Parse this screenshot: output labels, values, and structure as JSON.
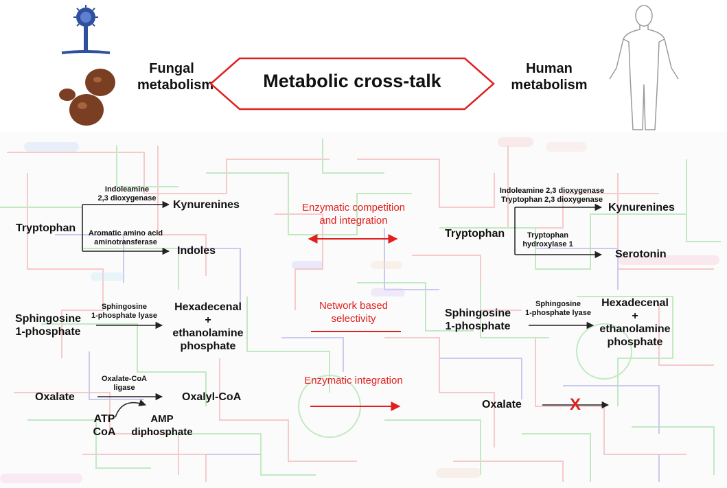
{
  "header": {
    "banner": "Metabolic cross-talk",
    "fungal": [
      "Fungal",
      "metabolism"
    ],
    "human": [
      "Human",
      "metabolism"
    ]
  },
  "fungal_pathways": {
    "tryptophan": {
      "substrate": "Tryptophan",
      "enzyme_1": [
        "Indoleamine",
        "2,3 dioxygenase"
      ],
      "product_1": "Kynurenines",
      "enzyme_2": [
        "Aromatic amino acid",
        "aminotransferase"
      ],
      "product_2": "Indoles"
    },
    "sphingosine": {
      "substrate": [
        "Sphingosine",
        "1-phosphate"
      ],
      "enzyme": [
        "Sphingosine",
        "1-phosphate lyase"
      ],
      "product": [
        "Hexadecenal",
        "+",
        "ethanolamine",
        "phosphate"
      ]
    },
    "oxalate": {
      "substrate": "Oxalate",
      "enzyme": [
        "Oxalate-CoA",
        "ligase"
      ],
      "product": "Oxalyl-CoA",
      "cofactors": [
        "ATP",
        "CoA"
      ],
      "byproducts": [
        "AMP",
        "diphosphate"
      ]
    }
  },
  "interactions": {
    "competition": [
      "Enzymatic competition",
      "and integration"
    ],
    "selectivity": [
      "Network based",
      "selectivity"
    ],
    "integration": "Enzymatic integration"
  },
  "human_pathways": {
    "tryptophan": {
      "substrate": "Tryptophan",
      "enzyme_1": [
        "Indoleamine 2,3 dioxygenase",
        "Tryptophan 2,3 dioxygenase"
      ],
      "product_1": "Kynurenines",
      "enzyme_2": [
        "Tryptophan",
        "hydroxylase 1"
      ],
      "product_2": "Serotonin"
    },
    "sphingosine": {
      "substrate": [
        "Sphingosine",
        "1-phosphate"
      ],
      "enzyme": [
        "Sphingosine",
        "1-phosphate lyase"
      ],
      "product": [
        "Hexadecenal",
        "+",
        "ethanolamine",
        "phosphate"
      ]
    },
    "oxalate": {
      "substrate": "Oxalate",
      "blocked_mark": "X"
    }
  },
  "colors": {
    "accent_red": "#e0201e",
    "map_red": "#f08f8f",
    "map_green": "#7fd47f",
    "map_blue": "#8f8fe0",
    "fungus_blue": "#2f4f9f",
    "spore_brown": "#7a3f22"
  }
}
